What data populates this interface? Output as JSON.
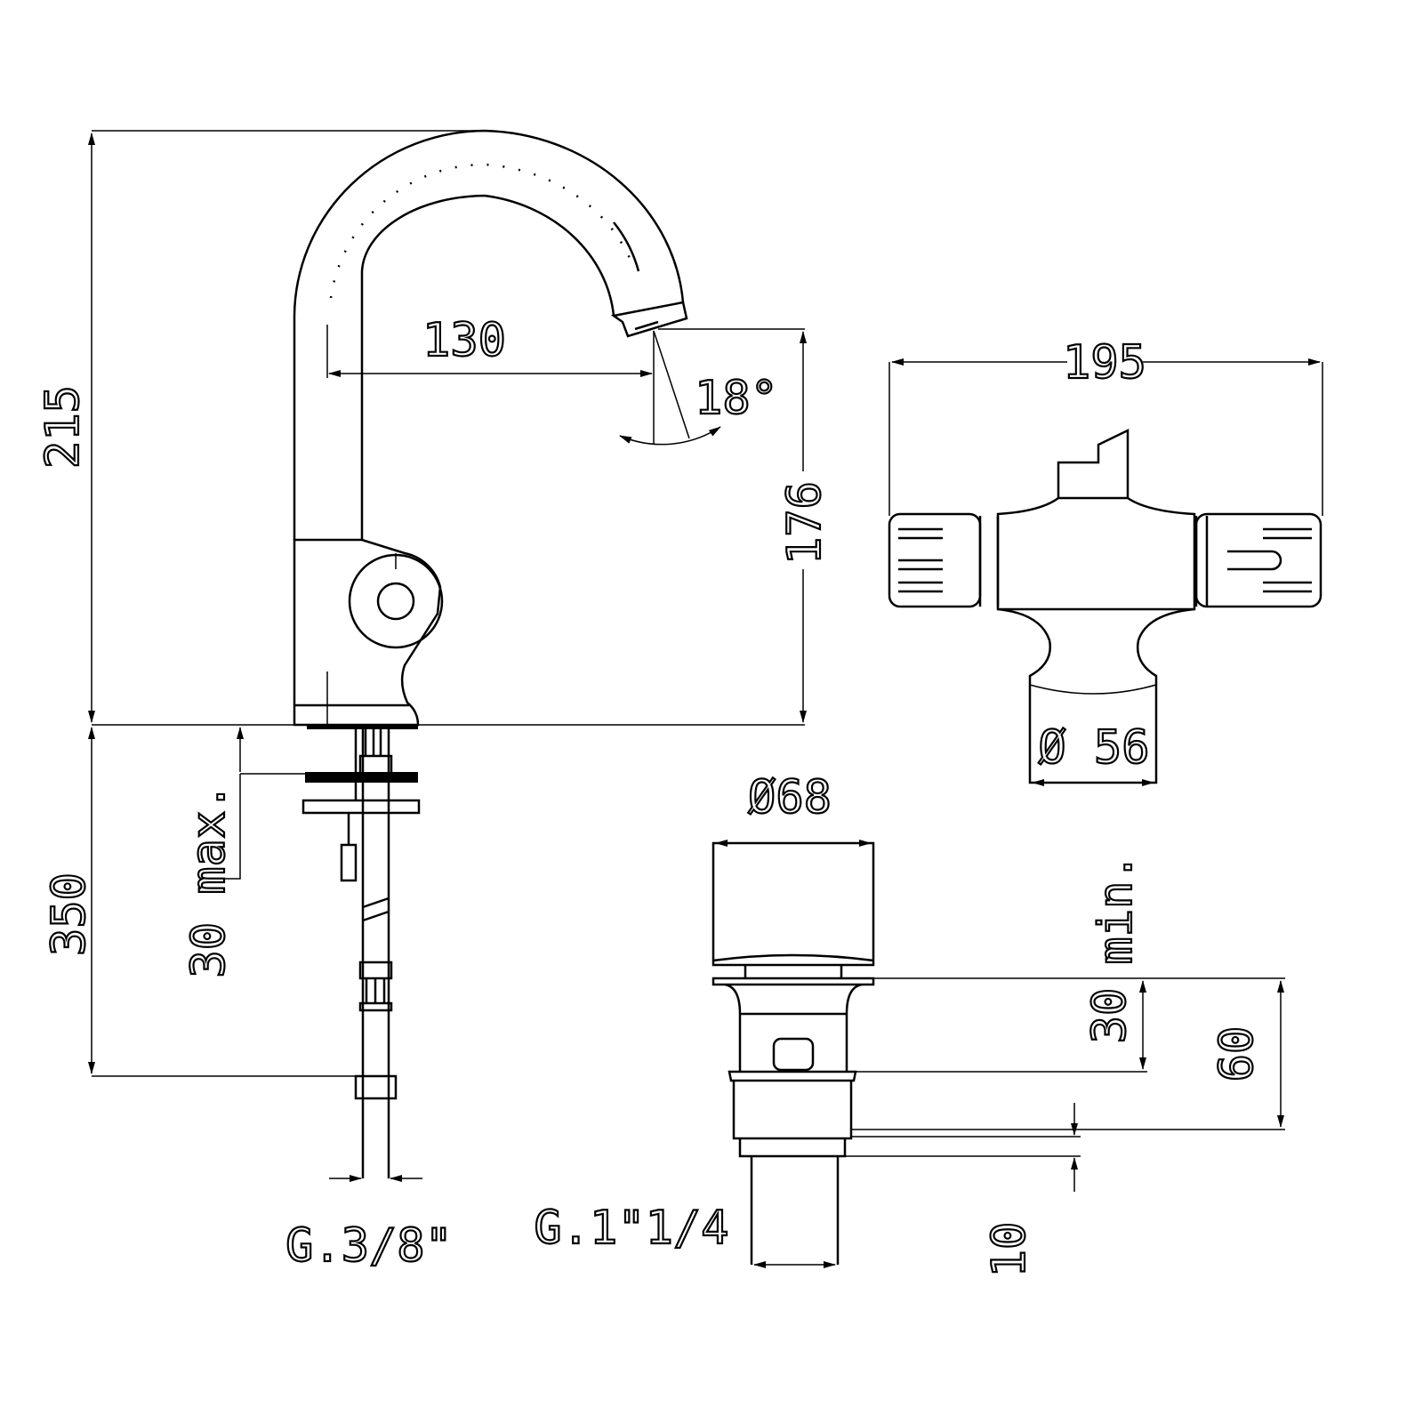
{
  "drawing": {
    "faucet_side_view": {
      "height_total": "215",
      "spout_reach": "130",
      "spout_angle": "18°",
      "spout_height": "176",
      "hose_length": "350",
      "deck_thickness": "30 max.",
      "connection_thread": "G.3/8\""
    },
    "faucet_top_view": {
      "width": "195",
      "base_diameter": "Ø 56"
    },
    "drain_view": {
      "cap_diameter": "Ø68",
      "min_label": "min.",
      "dim_30": "30",
      "dim_60": "60",
      "dim_10": "10",
      "thread": "G.1\"1/4"
    }
  }
}
